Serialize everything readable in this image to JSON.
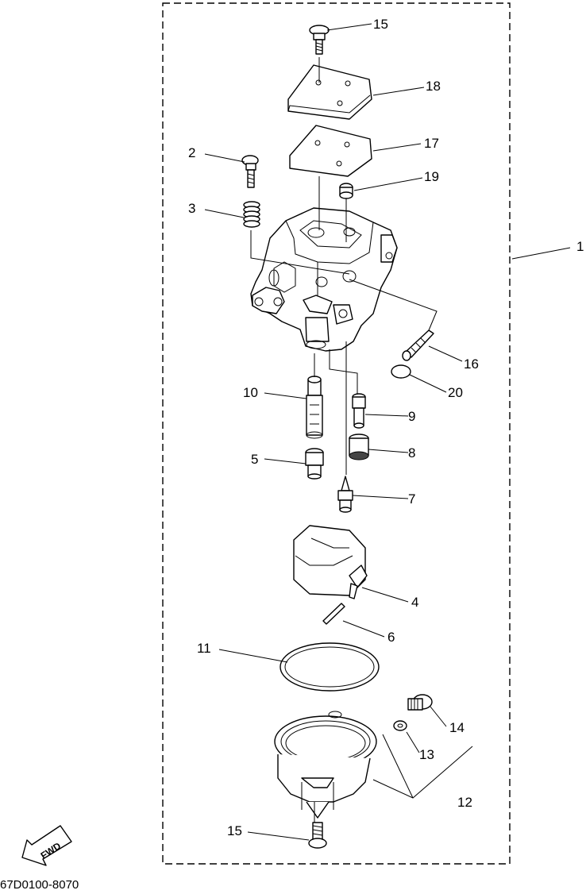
{
  "diagram": {
    "callouts": [
      "1",
      "2",
      "3",
      "4",
      "5",
      "6",
      "7",
      "8",
      "9",
      "10",
      "11",
      "12",
      "13",
      "14",
      "15",
      "15",
      "16",
      "17",
      "18",
      "19",
      "20"
    ],
    "fwd_arrow_text": "FWD",
    "drawing_code": "67D0100-8070"
  }
}
